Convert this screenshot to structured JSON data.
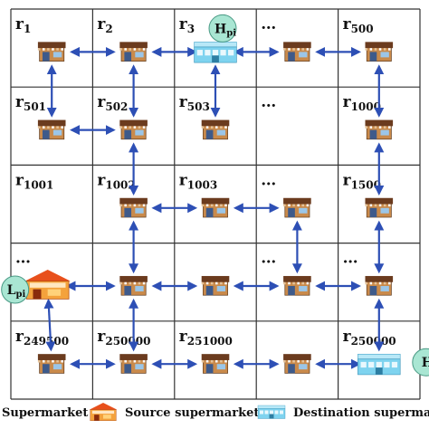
{
  "grid": {
    "cols": 5,
    "rows": 5,
    "cells": [
      [
        "r|1",
        "r|2",
        "r|3",
        "…|",
        "r|500"
      ],
      [
        "r|501",
        "r|502",
        "r|503",
        "…|",
        "r|1000"
      ],
      [
        "r|1001",
        "r|1002",
        "r|1003",
        "…|",
        "r|1500"
      ],
      [
        "…|",
        "|",
        "|",
        "…|",
        "…|"
      ],
      [
        "r|249500",
        "r|250000",
        "r|251000",
        "|",
        "r|250000"
      ]
    ]
  },
  "stores": [
    {
      "id": "s1",
      "cell": [
        0,
        0
      ],
      "kind": "store"
    },
    {
      "id": "s2",
      "cell": [
        0,
        1
      ],
      "kind": "store"
    },
    {
      "id": "d1",
      "cell": [
        0,
        2
      ],
      "kind": "destination"
    },
    {
      "id": "s3",
      "cell": [
        0,
        3
      ],
      "kind": "store"
    },
    {
      "id": "s4",
      "cell": [
        0,
        4
      ],
      "kind": "store"
    },
    {
      "id": "s5",
      "cell": [
        1,
        0
      ],
      "kind": "store"
    },
    {
      "id": "s6",
      "cell": [
        1,
        1
      ],
      "kind": "store"
    },
    {
      "id": "s7",
      "cell": [
        1,
        2
      ],
      "kind": "store"
    },
    {
      "id": "s8",
      "cell": [
        1,
        4
      ],
      "kind": "store"
    },
    {
      "id": "s9",
      "cell": [
        2,
        1
      ],
      "kind": "store"
    },
    {
      "id": "s10",
      "cell": [
        2,
        2
      ],
      "kind": "store"
    },
    {
      "id": "s11",
      "cell": [
        2,
        3
      ],
      "kind": "store"
    },
    {
      "id": "s12",
      "cell": [
        2,
        4
      ],
      "kind": "store"
    },
    {
      "id": "src",
      "cell": [
        3,
        0
      ],
      "kind": "source"
    },
    {
      "id": "s13",
      "cell": [
        3,
        1
      ],
      "kind": "store"
    },
    {
      "id": "s14",
      "cell": [
        3,
        2
      ],
      "kind": "store"
    },
    {
      "id": "s15",
      "cell": [
        3,
        3
      ],
      "kind": "store"
    },
    {
      "id": "s16",
      "cell": [
        3,
        4
      ],
      "kind": "store"
    },
    {
      "id": "s17",
      "cell": [
        4,
        0
      ],
      "kind": "store"
    },
    {
      "id": "s18",
      "cell": [
        4,
        1
      ],
      "kind": "store"
    },
    {
      "id": "s19",
      "cell": [
        4,
        2
      ],
      "kind": "store"
    },
    {
      "id": "s20",
      "cell": [
        4,
        3
      ],
      "kind": "store"
    },
    {
      "id": "d2",
      "cell": [
        4,
        4
      ],
      "kind": "destination"
    }
  ],
  "links": [
    [
      "s1",
      "s2"
    ],
    [
      "s2",
      "d1"
    ],
    [
      "d1",
      "s3"
    ],
    [
      "s3",
      "s4"
    ],
    [
      "s1",
      "s5"
    ],
    [
      "s2",
      "s6"
    ],
    [
      "d1",
      "s7"
    ],
    [
      "s4",
      "s8"
    ],
    [
      "s5",
      "s6"
    ],
    [
      "s8",
      "s12"
    ],
    [
      "s6",
      "s9"
    ],
    [
      "s9",
      "s10"
    ],
    [
      "s10",
      "s11"
    ],
    [
      "s11",
      "s15"
    ],
    [
      "s9",
      "s13"
    ],
    [
      "s12",
      "s16"
    ],
    [
      "src",
      "s13"
    ],
    [
      "s13",
      "s14"
    ],
    [
      "s14",
      "s15"
    ],
    [
      "s15",
      "s16"
    ],
    [
      "src",
      "s17"
    ],
    [
      "s13",
      "s18"
    ],
    [
      "s16",
      "d2"
    ],
    [
      "s17",
      "s18"
    ],
    [
      "s18",
      "s19"
    ],
    [
      "s19",
      "s20"
    ],
    [
      "s20",
      "d2"
    ]
  ],
  "markers": [
    {
      "id": "H",
      "base": "H",
      "sub": "pi",
      "near": "d1",
      "side": "upper-right"
    },
    {
      "id": "L",
      "base": "L",
      "sub": "pi",
      "near": "src",
      "side": "left"
    },
    {
      "id": "H2",
      "base": "H",
      "sub": "",
      "near": "d2",
      "side": "right"
    }
  ],
  "legend": {
    "store_label": "Supermarket",
    "source_label": "Source supermarket",
    "destination_label": "Destination supermarket"
  },
  "colors": {
    "arrow": "#2d4fb5",
    "grid_line": "#333333",
    "store_awning": "#6b3b1e",
    "store_body": "#c98a4b",
    "source_roof": "#e8501c",
    "destination_body": "#7ed3ef",
    "marker_fill": "#a9e6d3"
  }
}
